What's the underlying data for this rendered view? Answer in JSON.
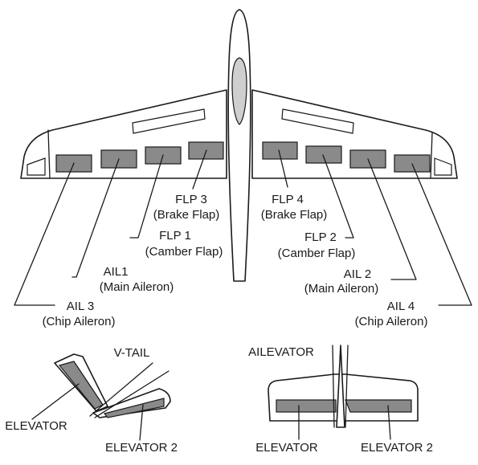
{
  "colors": {
    "control_surface": "#8a8a8a",
    "canopy": "#cfcfcf",
    "outline": "#1a1a1a",
    "background": "#ffffff"
  },
  "labels": {
    "flp3": {
      "line1": "FLP  3",
      "line2": "(Brake Flap)"
    },
    "flp4": {
      "line1": "FLP  4",
      "line2": "(Brake Flap)"
    },
    "flp1": {
      "line1": "FLP 1",
      "line2": "(Camber Flap)"
    },
    "flp2": {
      "line1": "FLP 2",
      "line2": "(Camber Flap)"
    },
    "ail1": {
      "line1": "AIL1",
      "line2": "(Main Aileron)"
    },
    "ail2": {
      "line1": "AIL 2",
      "line2": "(Main Aileron)"
    },
    "ail3": {
      "line1": "AIL 3",
      "line2": "(Chip Aileron)"
    },
    "ail4": {
      "line1": "AIL 4",
      "line2": "(Chip Aileron)"
    },
    "vtail": "V-TAIL",
    "vtail_elevator": "ELEVATOR",
    "vtail_elevator2": "ELEVATOR 2",
    "ailevator": "AILEVATOR",
    "ailevator_elevator": "ELEVATOR",
    "ailevator_elevator2": "ELEVATOR 2"
  }
}
